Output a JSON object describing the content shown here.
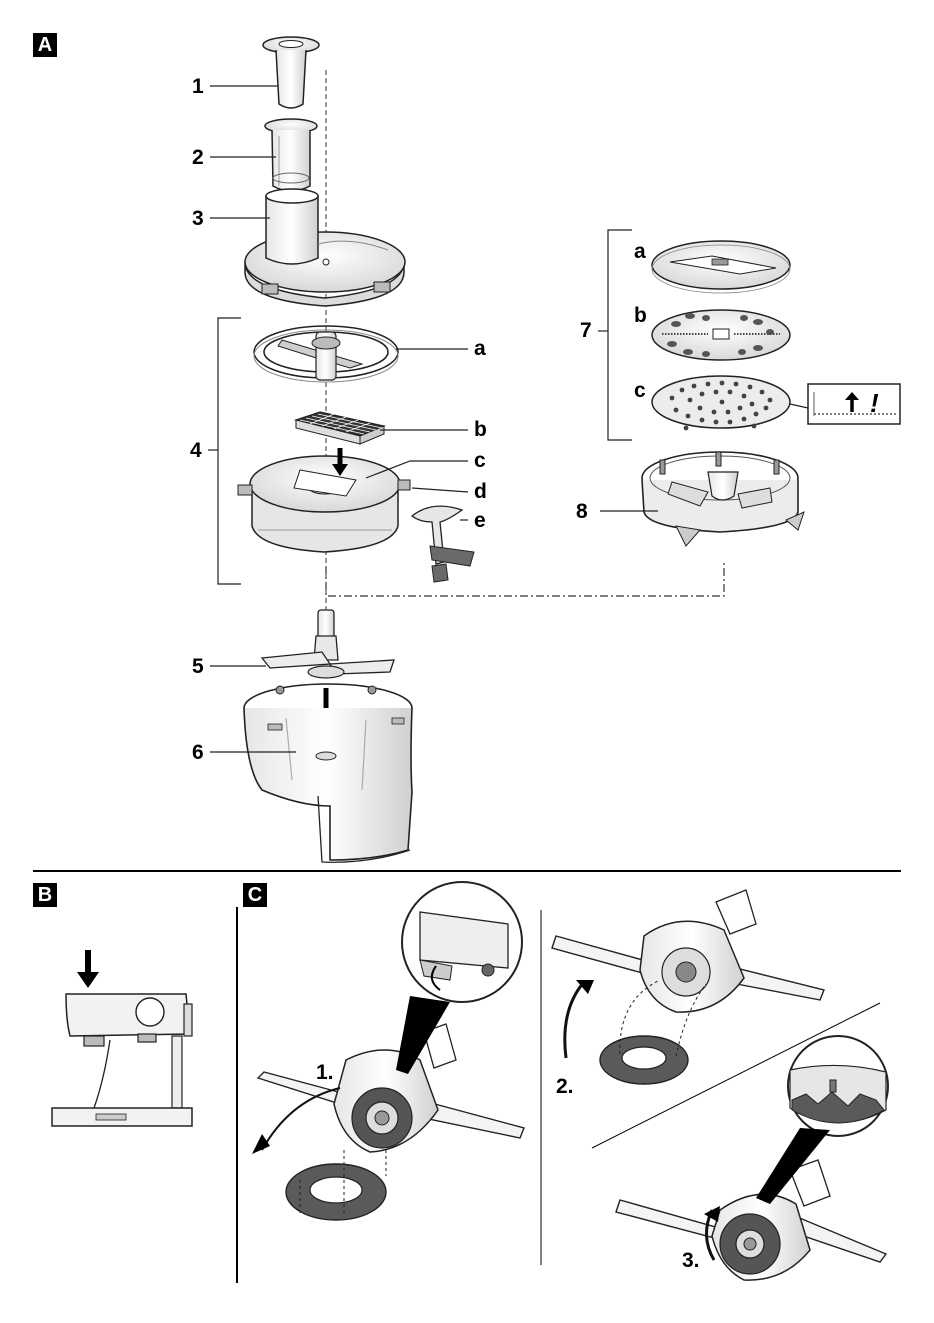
{
  "sections": {
    "a": "A",
    "b": "B",
    "c": "C"
  },
  "part_labels": {
    "p1": "1",
    "p2": "2",
    "p3": "3",
    "p4": "4",
    "p4a": "a",
    "p4b": "b",
    "p4c": "c",
    "p4d": "d",
    "p4e": "e",
    "p5": "5",
    "p6": "6",
    "p7": "7",
    "p7a": "a",
    "p7b": "b",
    "p7c": "c",
    "p8": "8"
  },
  "steps": {
    "s1": "1.",
    "s2": "2.",
    "s3": "3."
  },
  "warning_mark": "!",
  "colors": {
    "line": "#222222",
    "part_fill": "#f2f2f2",
    "part_shade": "#d4d4d4",
    "dark_part": "#5a5a5a",
    "badge": "#000000"
  }
}
